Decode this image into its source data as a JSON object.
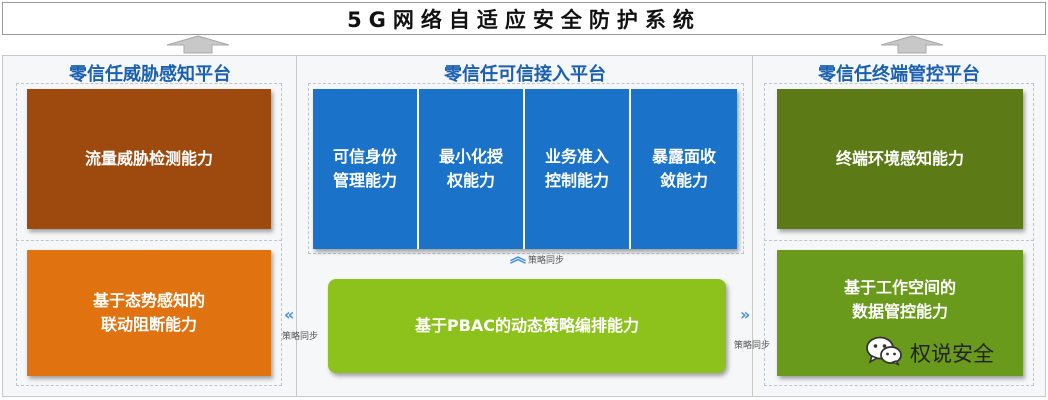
{
  "system_title": "5G网络自适应安全防护系统",
  "left_panel": {
    "title": "零信任威胁感知平台",
    "blocks": [
      "流量威胁检测能力",
      "基于态势感知的\n联动阻断能力"
    ],
    "colors": [
      "#9e4a0e",
      "#e0720f"
    ]
  },
  "center_panel": {
    "title": "零信任可信接入平台",
    "capabilities": [
      "可信身份\n管理能力",
      "最小化授\n权能力",
      "业务准入\n控制能力",
      "暴露面收\n敛能力"
    ],
    "capability_color": "#1a73c8",
    "pbac_block": "基于PBAC的动态策略编排能力",
    "pbac_color": "#8cc21b"
  },
  "right_panel": {
    "title": "零信任终端管控平台",
    "blocks": [
      "终端环境感知能力",
      "基于工作空间的\n数据管控能力"
    ],
    "colors": [
      "#5c7a16",
      "#6a9a1c"
    ]
  },
  "sync_labels": {
    "up": "策略同步",
    "left": "策略同步",
    "right": "策略同步"
  },
  "watermark": {
    "icon": "wechat-icon",
    "text": "权说安全"
  }
}
